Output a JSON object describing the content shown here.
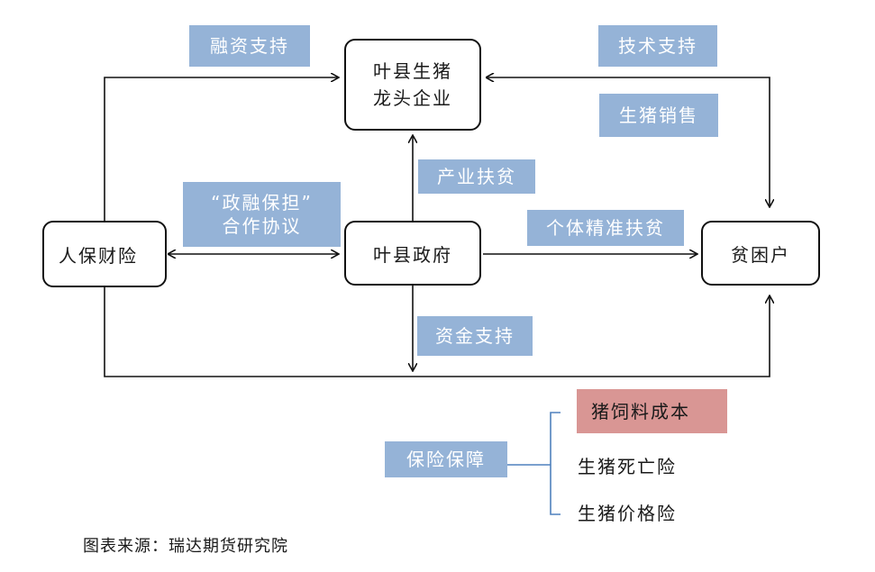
{
  "nodes": {
    "enterprise": {
      "line1": "叶县生猪",
      "line2": "龙头企业"
    },
    "insurer": "人保财险",
    "government": "叶县政府",
    "household": "贫困户"
  },
  "tags": {
    "finance_support": "融资支持",
    "tech_support": "技术支持",
    "pig_sales": "生猪销售",
    "industry_poverty": "产业扶贫",
    "agreement_line1": "“政融保担”",
    "agreement_line2": "合作协议",
    "individual_poverty": "个体精准扶贫",
    "fund_support": "资金支持",
    "insurance_guarantee": "保险保障"
  },
  "insurance_items": [
    "猪饲料成本",
    "生猪死亡险",
    "生猪价格险"
  ],
  "source": "图表来源：瑞达期货研究院",
  "colors": {
    "tag_blue": "#95b3d7",
    "tag_red": "#d99694",
    "line": "#111111"
  }
}
